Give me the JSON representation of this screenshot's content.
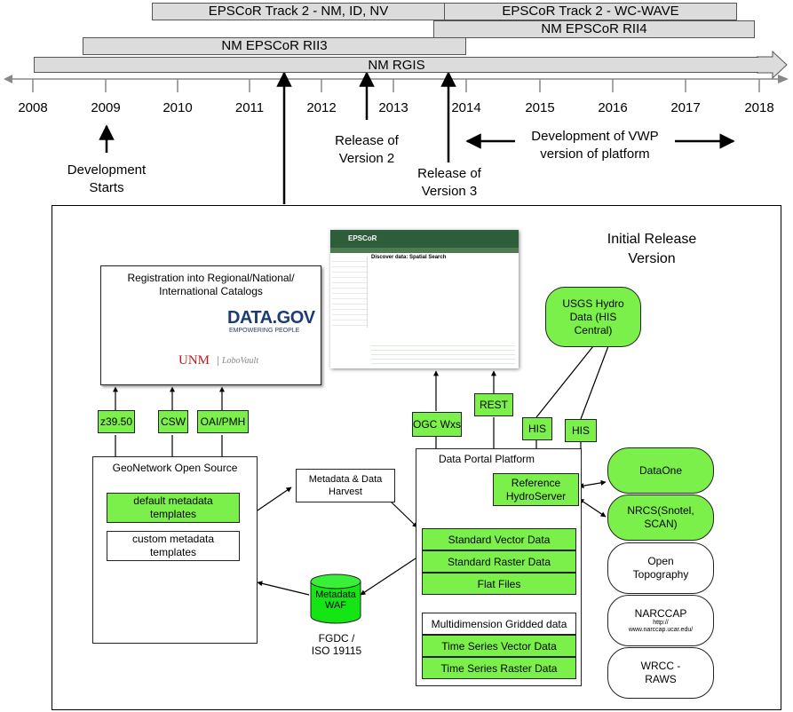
{
  "timeline": {
    "bars": {
      "epscor_nm_id_nv": "EPSCoR Track 2 - NM, ID, NV",
      "epscor_wc_wave": "EPSCoR Track 2 - WC-WAVE",
      "rii4": "NM EPSCoR RII4",
      "rii3": "NM EPSCoR RII3",
      "rgis": "NM RGIS"
    },
    "years": [
      "2008",
      "2009",
      "2010",
      "2011",
      "2012",
      "2013",
      "2014",
      "2015",
      "2016",
      "2017",
      "2018"
    ],
    "events": {
      "dev_starts": "Development\nStarts",
      "release_v2": "Release of\nVersion 2",
      "release_v3": "Release of\nVersion 3",
      "vwp": "Development of VWP\nversion of platform"
    }
  },
  "panel": {
    "title": "Initial Release\nVersion",
    "registration": {
      "title": "Registration into Regional/National/\nInternational Catalogs",
      "datagov_logo": "DATA.GOV",
      "datagov_tagline": "EMPOWERING PEOPLE",
      "unm_logo": "UNM",
      "lobovault": "LoboVault"
    },
    "protocols": {
      "z3950": "z39.50",
      "csw": "CSW",
      "oaipmh": "OAI/PMH",
      "ogc": "OGC Wxs",
      "rest": "REST",
      "his1": "HIS",
      "his2": "HIS"
    },
    "geonetwork": {
      "title": "GeoNetwork Open Source",
      "default_templates": "default metadata\ntemplates",
      "custom_templates": "custom metadata\ntemplates"
    },
    "harvest": "Metadata & Data\nHarvest",
    "waf": {
      "label": "Metadata\nWAF",
      "caption": "FGDC /\nISO 19115"
    },
    "portal": {
      "title": "Data Portal Platform",
      "hydroserver": "Reference\nHydroServer",
      "items_green": [
        "Standard Vector Data",
        "Standard Raster Data",
        "Flat Files"
      ],
      "multidim": "Multidimension Gridded data",
      "items_green2": [
        "Time Series Vector Data",
        "Time Series Raster Data"
      ]
    },
    "usgs": "USGS Hydro\nData (HIS\nCentral)",
    "externals": {
      "dataone": "DataOne",
      "nrcs": "NRCS(Snotel,\nSCAN)",
      "opentopo": "Open\nTopography",
      "narccap": "NARCCAP",
      "narccap_url": "http://\nwww.narccap.ucar.edu/",
      "wrcc": "WRCC -\nRAWS"
    },
    "screenshot": {
      "site_name": "EPSCoR",
      "heading": "Discover data: Spatial Search"
    }
  },
  "colors": {
    "green": "#7cf04a",
    "bar_gray": "#dcdcdc"
  }
}
